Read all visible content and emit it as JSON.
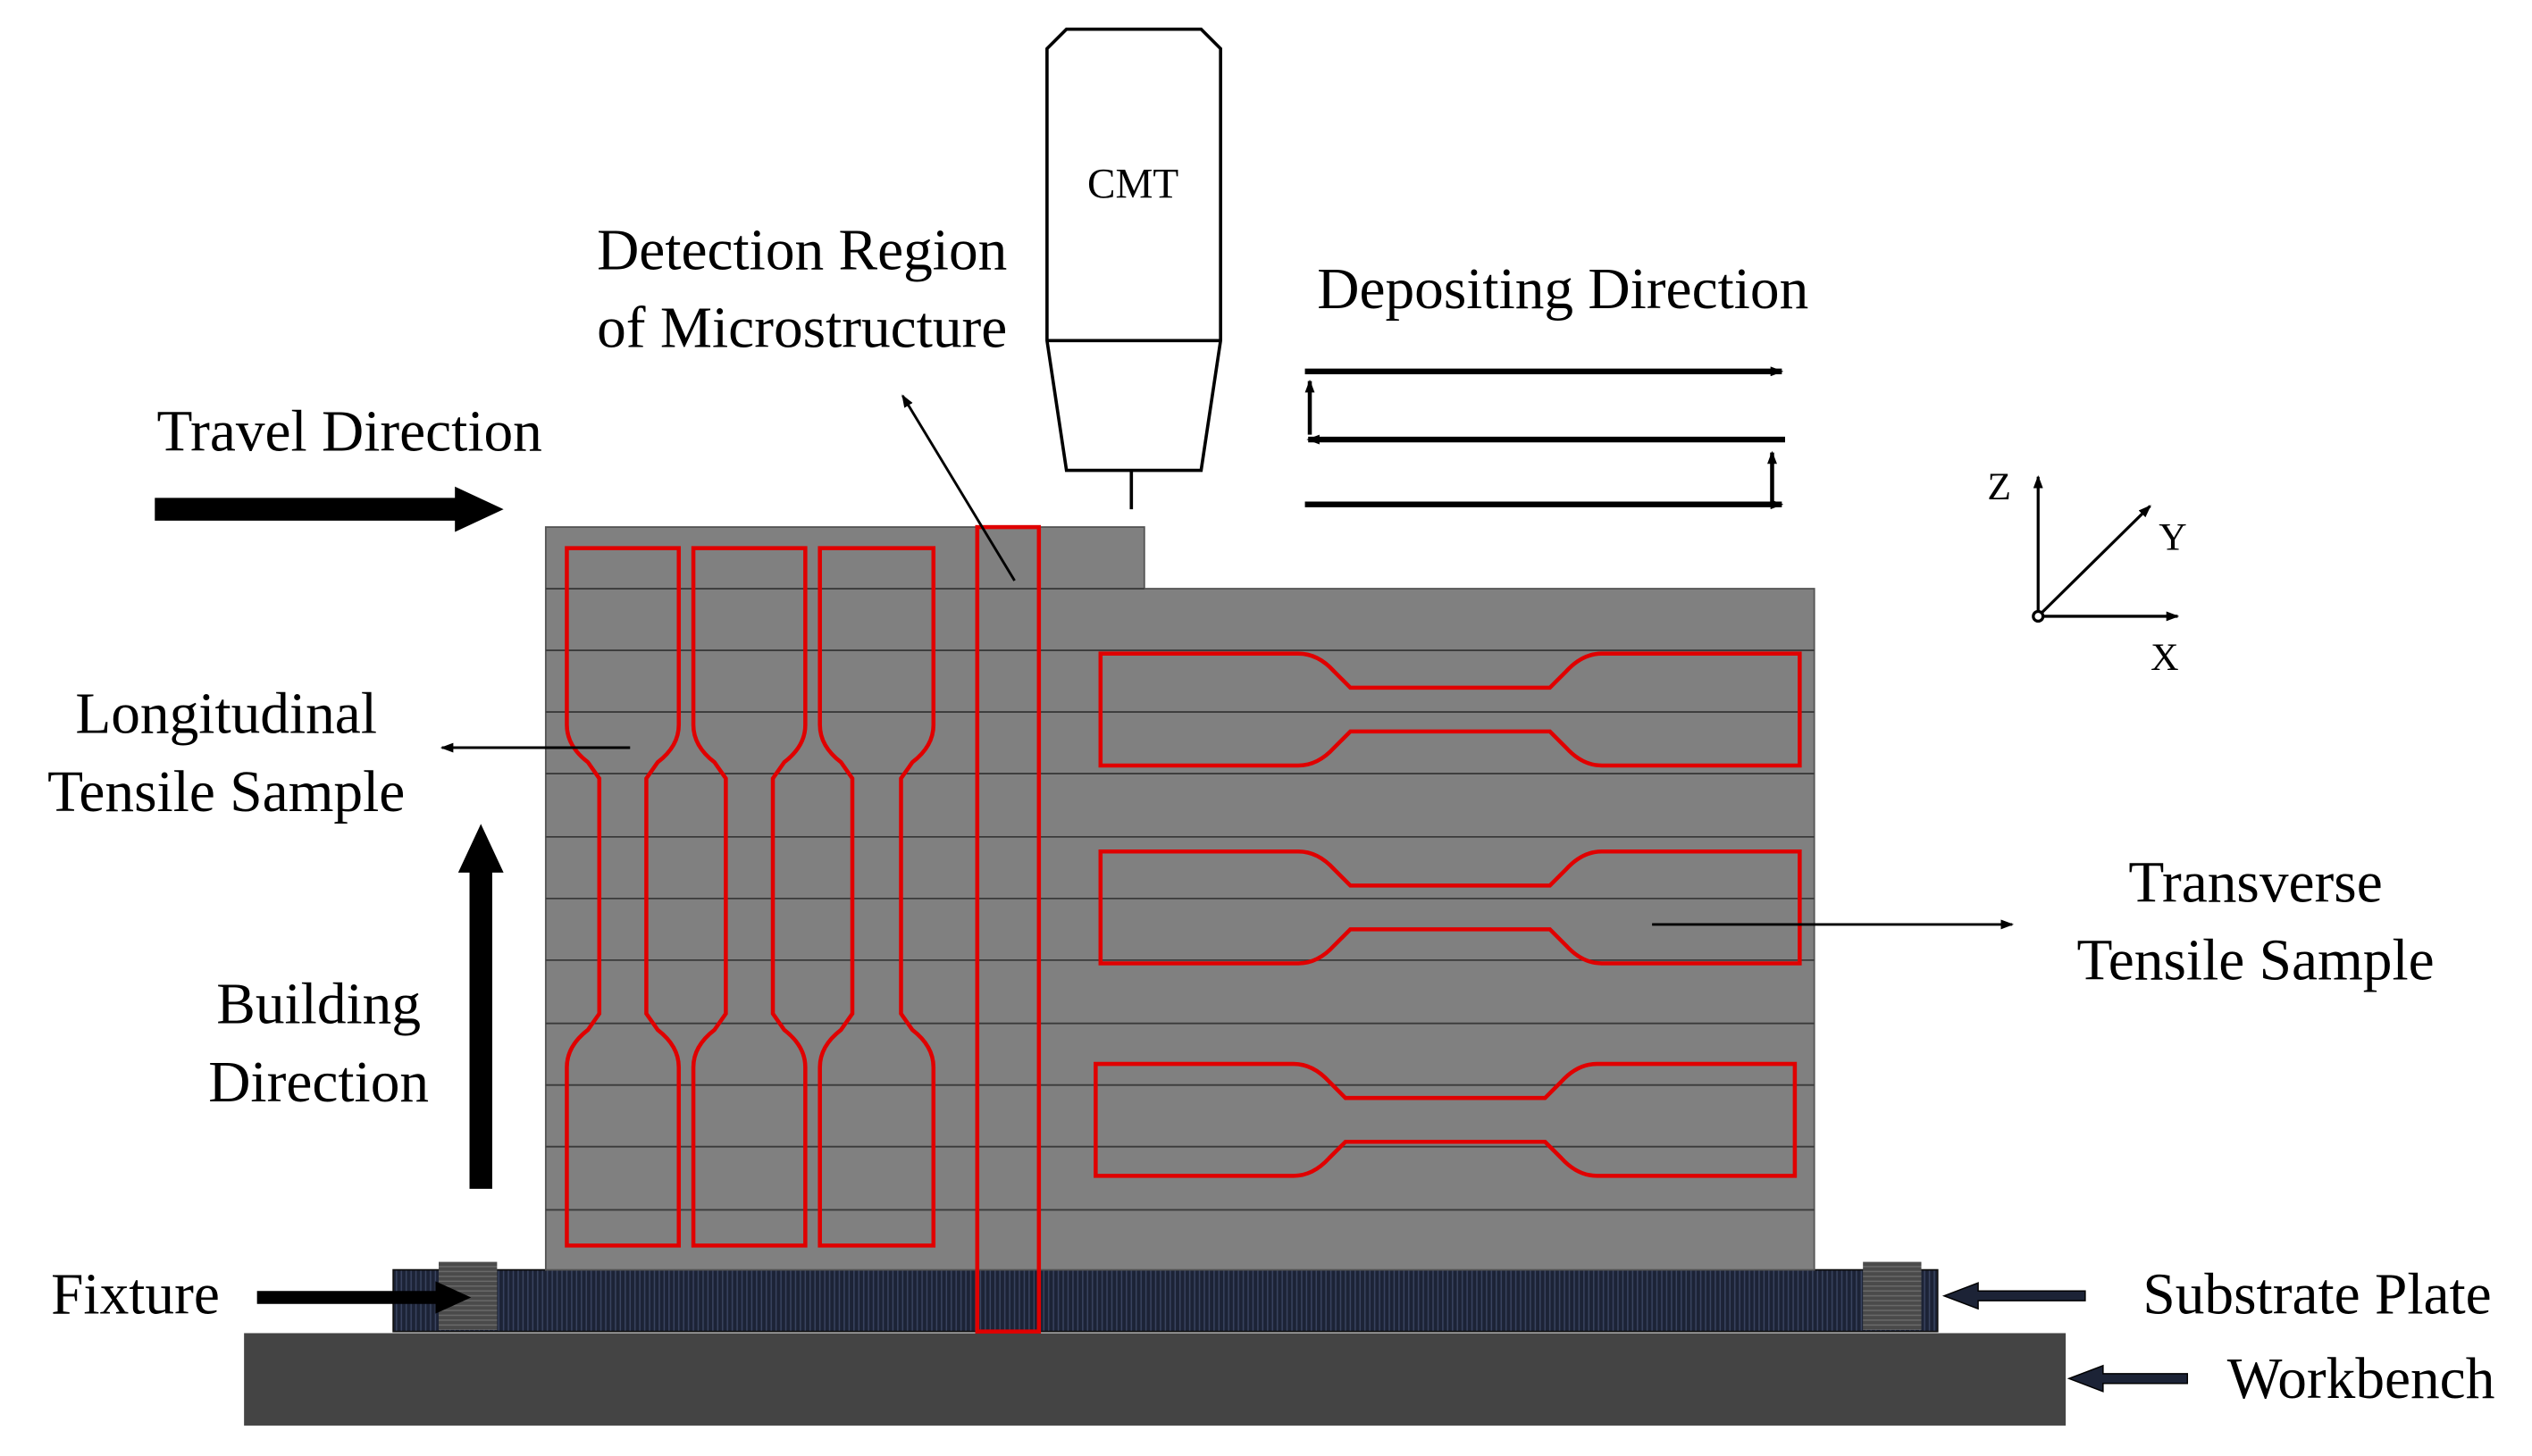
{
  "labels": {
    "cmt": "CMT",
    "detection_line1": "Detection Region",
    "detection_line2": "of Microstructure",
    "depositing": "Depositing Direction",
    "travel": "Travel Direction",
    "longitudinal_line1": "Longitudinal",
    "longitudinal_line2": "Tensile Sample",
    "building_line1": "Building",
    "building_line2": "Direction",
    "transverse_line1": "Transverse",
    "transverse_line2": "Tensile Sample",
    "fixture": "Fixture",
    "substrate": "Substrate Plate",
    "workbench": "Workbench",
    "axis_z": "Z",
    "axis_y": "Y",
    "axis_x": "X"
  },
  "colors": {
    "wall": "#808080",
    "sample_outline": "#e00000",
    "substrate": "#1c2336",
    "workbench": "#444444",
    "fixture": "#555555",
    "arrow": "#000000"
  }
}
